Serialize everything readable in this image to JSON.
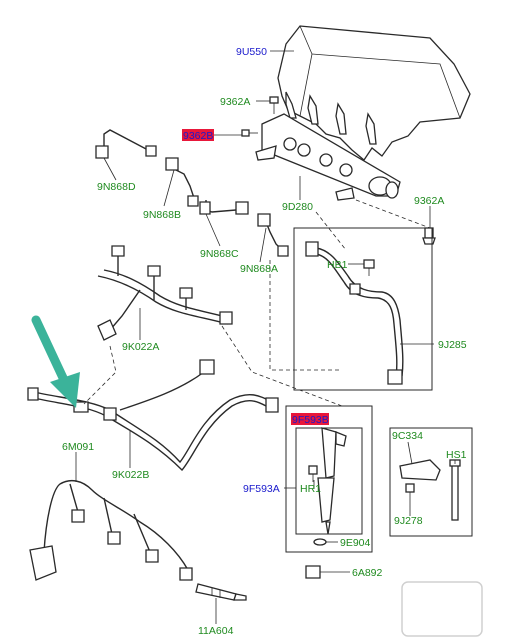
{
  "diagram": {
    "labels": {
      "engine_cover": "9U550",
      "bolt_top": "9362A",
      "bolt_hl": "9362B",
      "fuel_rail": "9D280",
      "bolt_right": "9362A",
      "pipe_1": "9N868D",
      "pipe_2": "9N868B",
      "pipe_3": "9N868C",
      "pipe_4": "9N868A",
      "clamp": "HB1",
      "return_pipe": "9J285",
      "harness_upper": "9K022A",
      "harness_lower": "9K022B",
      "injector_hl": "9F593B",
      "injector": "9F593A",
      "bolt_inj": "HR1",
      "bracket": "9C334",
      "stud": "HS1",
      "nut": "9J278",
      "washer": "9E904",
      "seal": "6A892",
      "glow_harness": "6M091",
      "glow_plug": "11A604"
    },
    "colors": {
      "part_number_green": "#1f8a1f",
      "part_number_blue": "#1a1acc",
      "highlight_red": "#e8173a",
      "pointer_arrow": "#3bb39a"
    }
  }
}
